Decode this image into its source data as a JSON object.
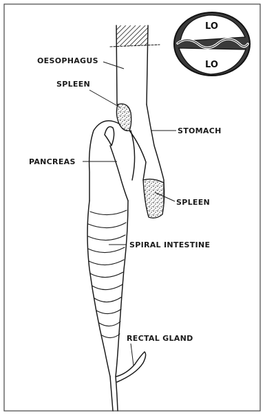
{
  "labels": {
    "oesophagus": "OESOPHAGUS",
    "spleen_upper": "SPLEEN",
    "stomach": "STOMACH",
    "pancreas": "PANCREAS",
    "spleen_lower": "SPLEEN",
    "spiral_intestine": "SPIRAL INTESTINE",
    "rectal_gland": "RECTAL GLAND"
  },
  "inset": {
    "top_label": "LO",
    "bottom_label": "LO"
  }
}
